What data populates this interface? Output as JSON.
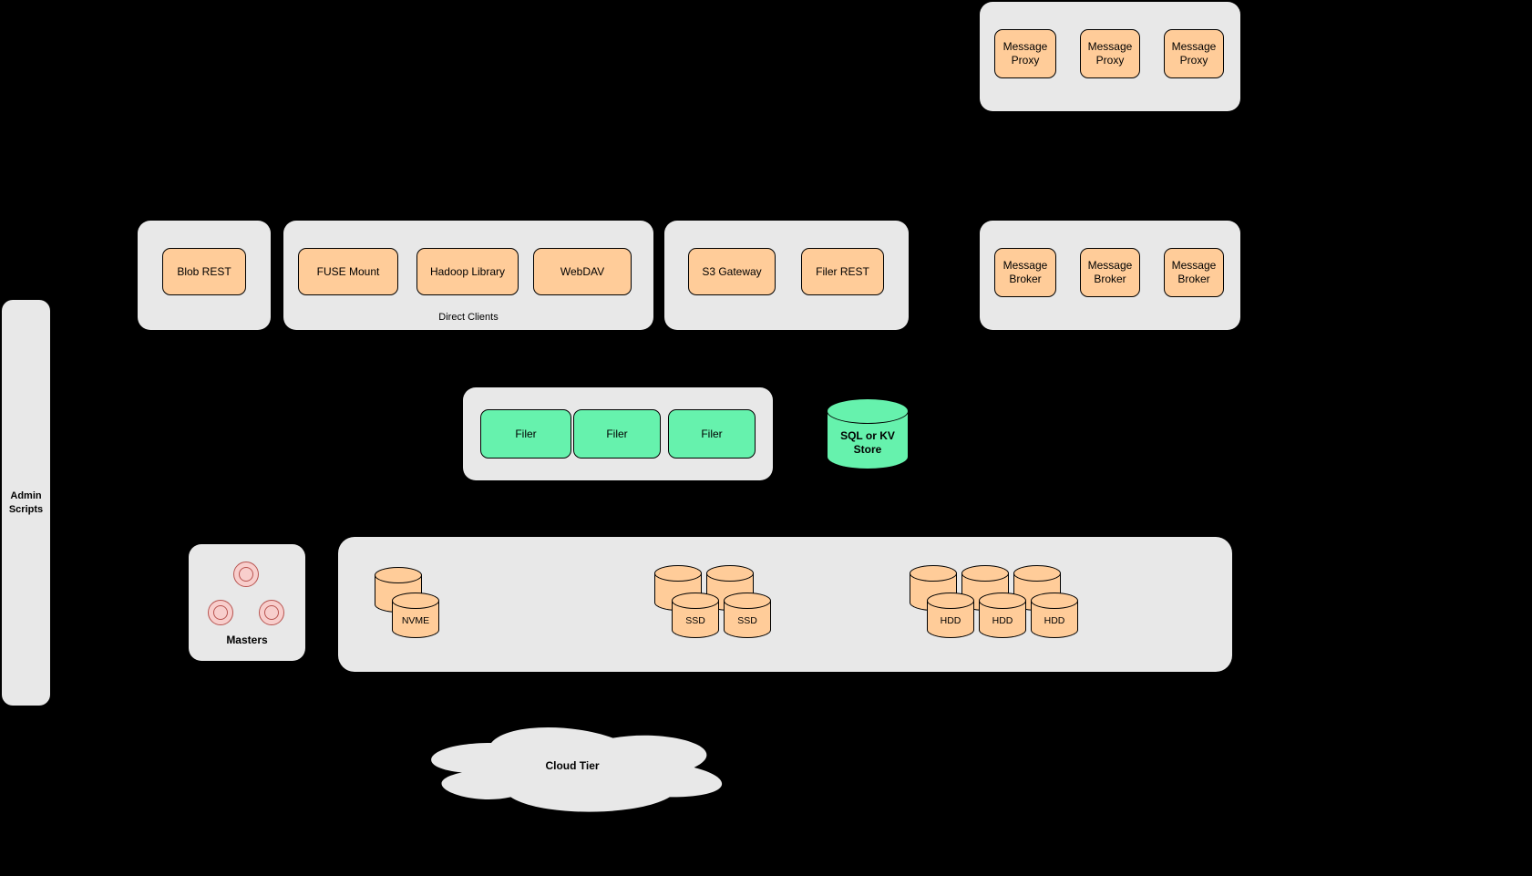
{
  "colors": {
    "background": "#000000",
    "container_fill": "#e8e8e8",
    "node_fill": "#ffcc99",
    "green_fill": "#66f2ad",
    "pink_fill": "#f8cecc",
    "pink_stroke": "#b85450",
    "stroke": "#000000"
  },
  "admin_scripts": {
    "label": "Admin Scripts"
  },
  "client_groups": {
    "blob": {
      "items": [
        "Blob REST"
      ]
    },
    "direct_clients": {
      "caption": "Direct Clients",
      "items": [
        "FUSE Mount",
        "Hadoop Library",
        "WebDAV"
      ]
    },
    "gateways": {
      "items": [
        "S3 Gateway",
        "Filer REST"
      ]
    },
    "message_brokers": {
      "items": [
        "Message Broker",
        "Message Broker",
        "Message Broker"
      ]
    },
    "message_proxies": {
      "items": [
        "Message Proxy",
        "Message Proxy",
        "Message Proxy"
      ]
    }
  },
  "filer_group": {
    "items": [
      "Filer",
      "Filer",
      "Filer"
    ]
  },
  "metadata_store": {
    "label": "SQL or KV Store"
  },
  "masters": {
    "label": "Masters"
  },
  "volume_servers": {
    "nvme": {
      "labels": [
        "NVME"
      ]
    },
    "ssd": {
      "labels": [
        "SSD",
        "SSD"
      ]
    },
    "hdd": {
      "labels": [
        "HDD",
        "HDD",
        "HDD"
      ]
    }
  },
  "cloud_tier": {
    "label": "Cloud Tier"
  }
}
